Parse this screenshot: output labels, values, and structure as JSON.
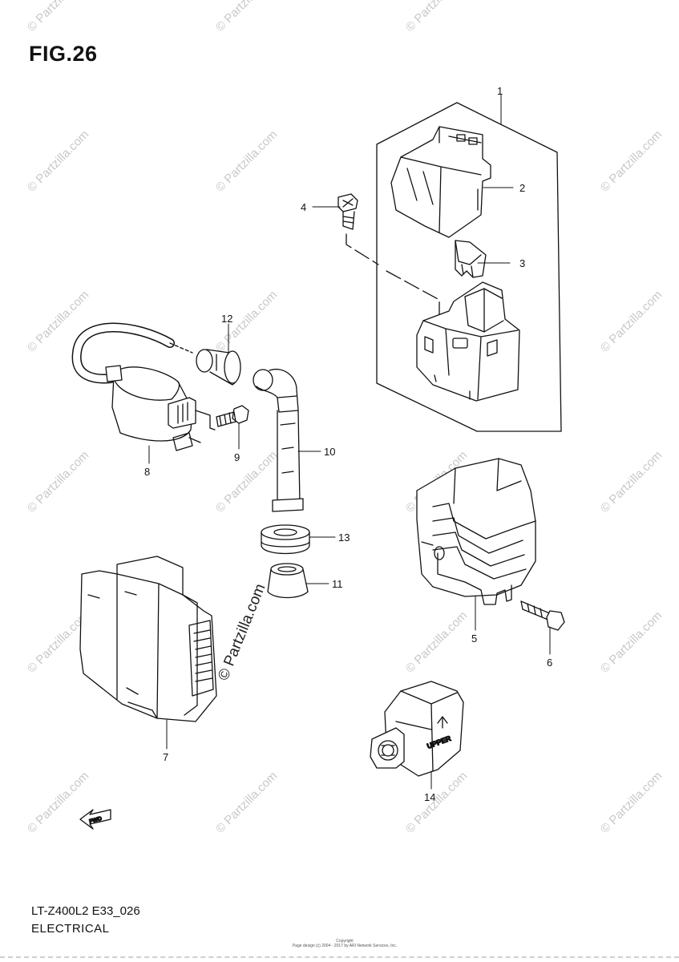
{
  "figure": {
    "title": "FIG.26",
    "model_code": "LT-Z400L2 E33_026",
    "section": "ELECTRICAL"
  },
  "parts": [
    {
      "number": "1"
    },
    {
      "number": "2"
    },
    {
      "number": "3"
    },
    {
      "number": "4"
    },
    {
      "number": "5"
    },
    {
      "number": "6"
    },
    {
      "number": "7"
    },
    {
      "number": "8"
    },
    {
      "number": "9"
    },
    {
      "number": "10"
    },
    {
      "number": "11"
    },
    {
      "number": "12"
    },
    {
      "number": "13"
    },
    {
      "number": "14"
    }
  ],
  "embossed": {
    "upper": "UPPER",
    "front_arrow": "FWD"
  },
  "watermark": {
    "text": "© Partzilla.com"
  },
  "copyright": {
    "line1": "Copyright",
    "line2": "Page design (c) 2004 - 2017 by ARI Network Services, Inc."
  }
}
